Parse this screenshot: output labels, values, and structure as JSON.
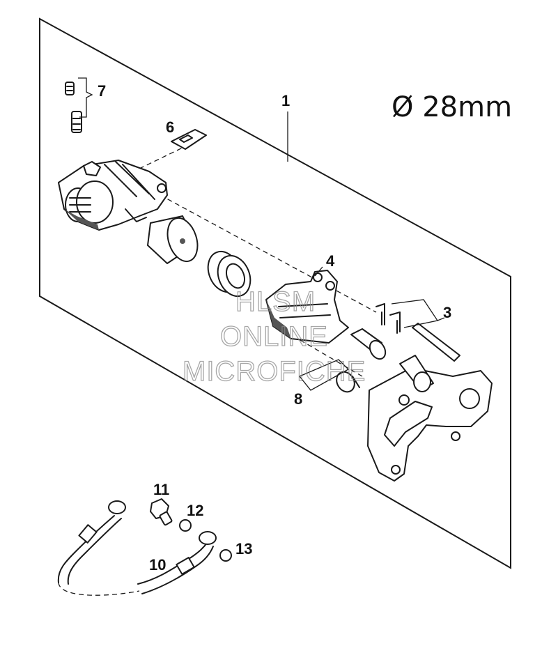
{
  "diagram": {
    "spec_label": "Ø 28mm",
    "watermark": [
      "HLSM",
      "ONLINE",
      "MICROFICHE"
    ],
    "callouts": {
      "c1": "1",
      "c3": "3",
      "c4": "4",
      "c6": "6",
      "c7": "7",
      "c8": "8",
      "c10": "10",
      "c11": "11",
      "c12": "12",
      "c13": "13"
    }
  }
}
